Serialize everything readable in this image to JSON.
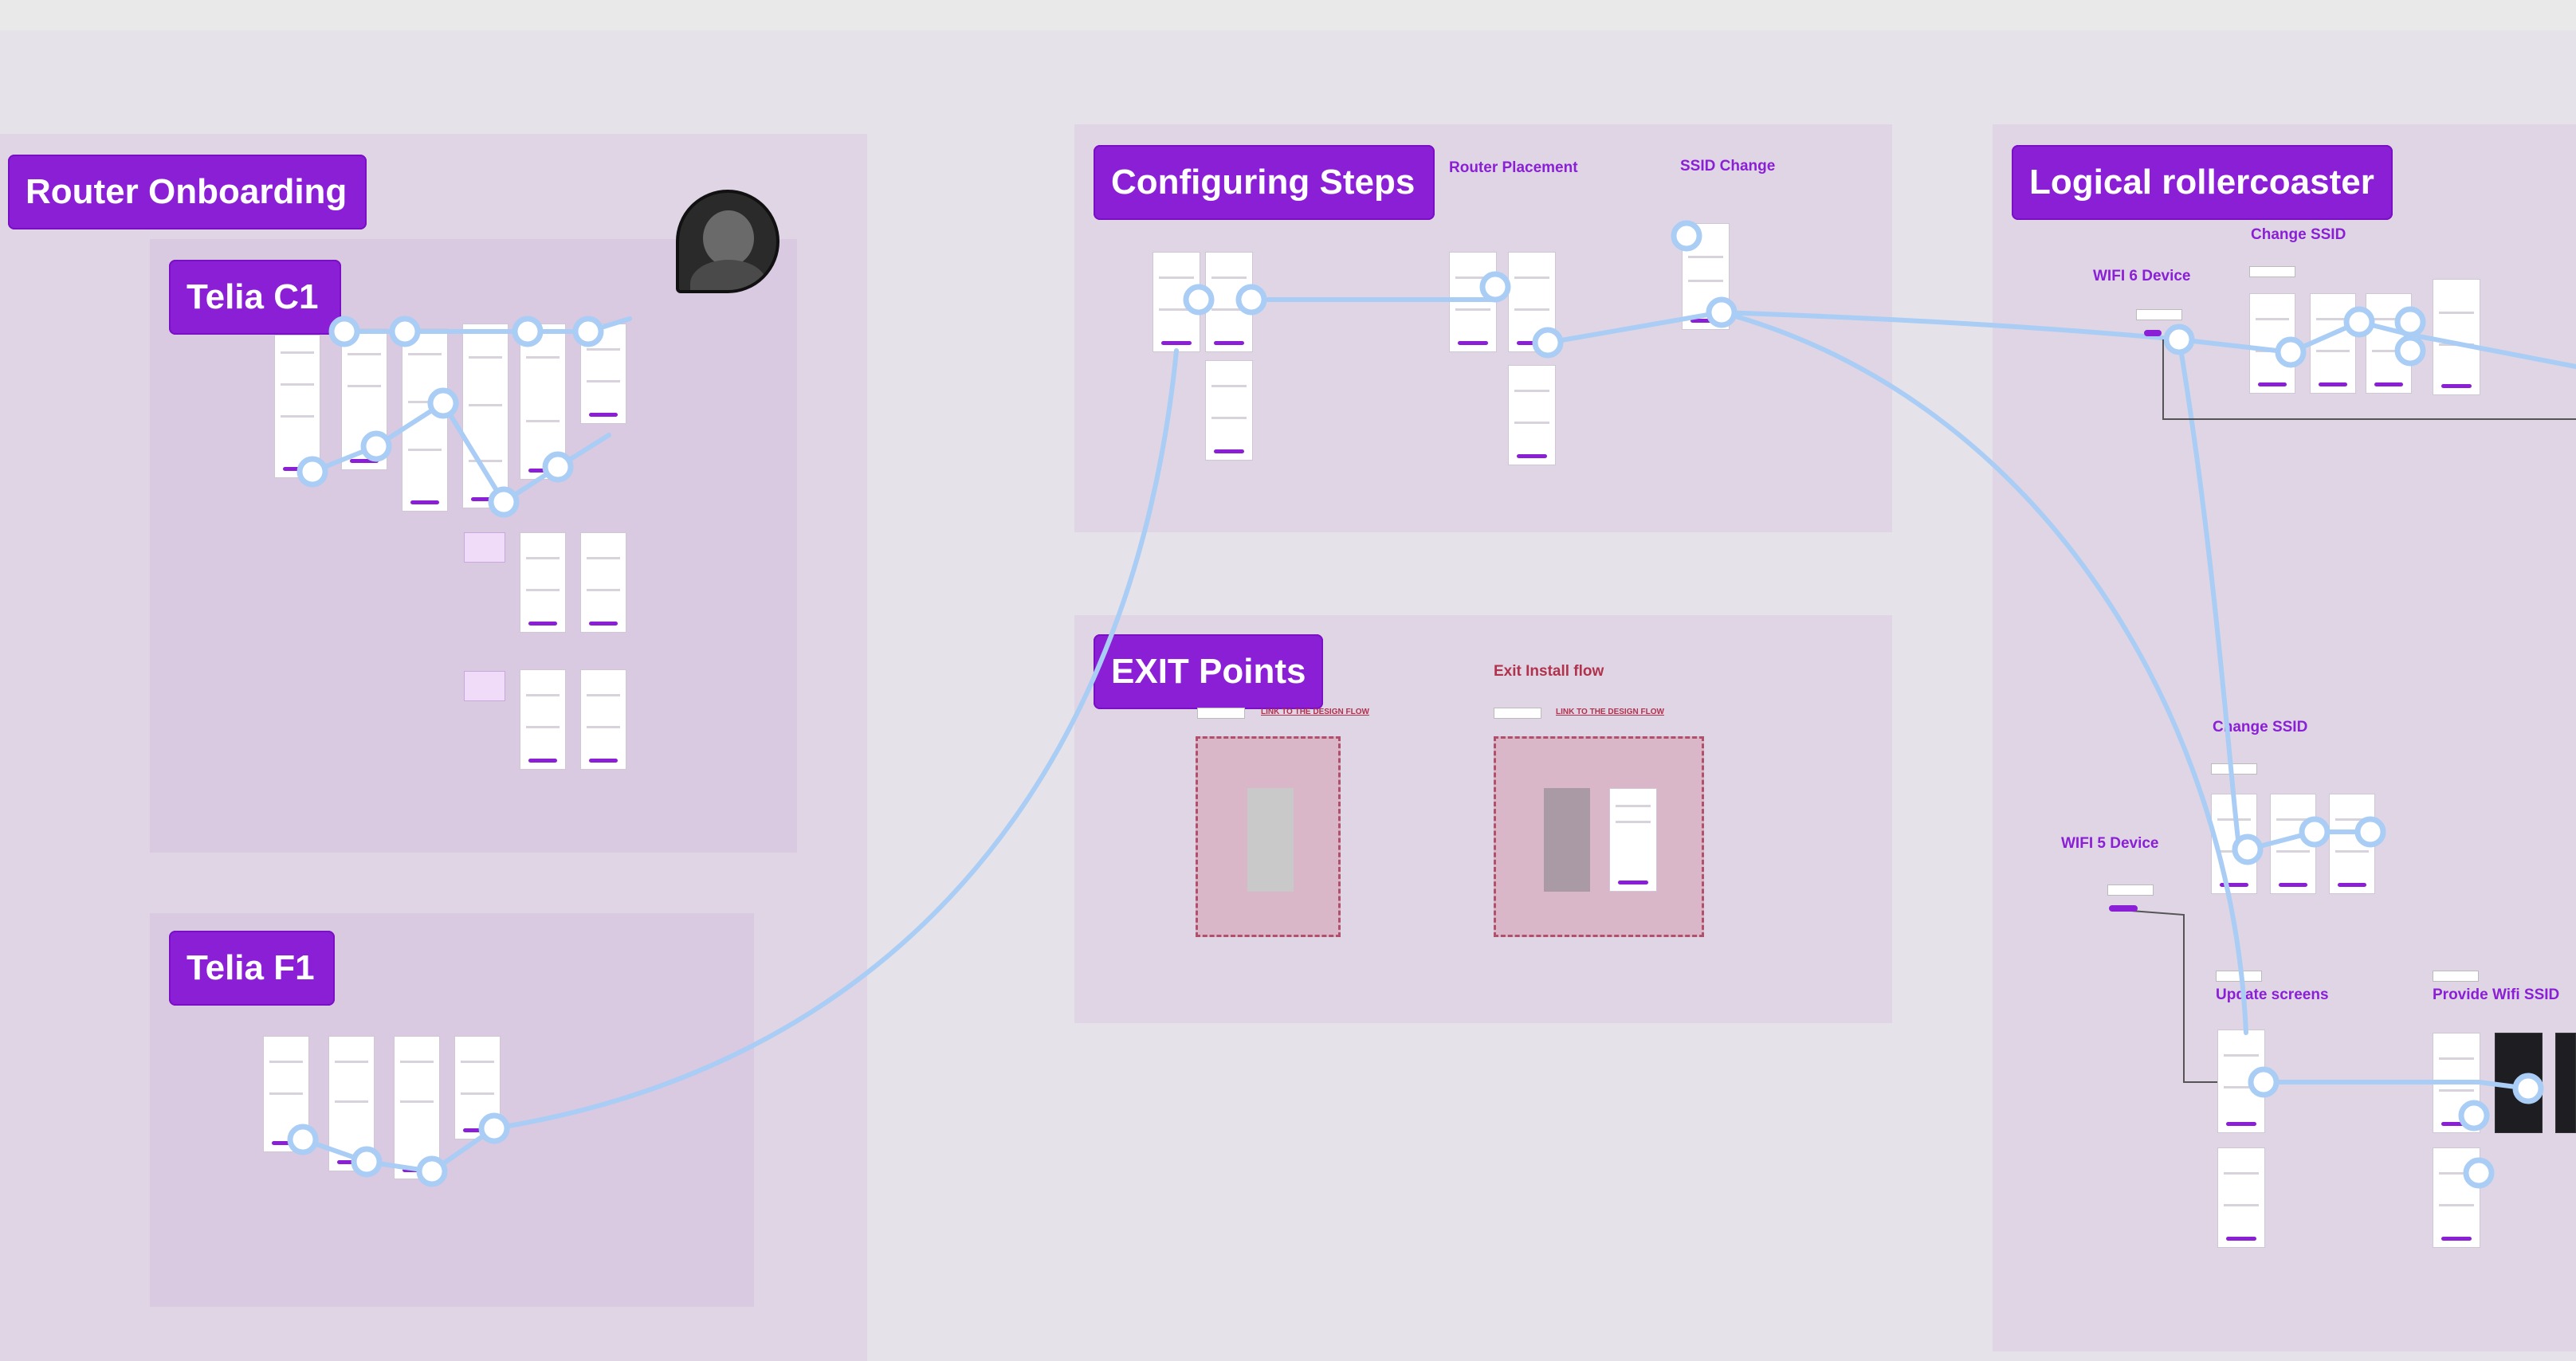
{
  "canvas": {
    "sections": {
      "router_onboarding": "Router Onboarding",
      "telia_c1": "Telia C1",
      "telia_f1": "Telia F1",
      "configuring_steps": "Configuring Steps",
      "exit_points": "EXIT Points",
      "logical_rollercoaster": "Logical rollercoaster"
    },
    "labels": {
      "router_placement": "Router Placement",
      "ssid_change": "SSID Change",
      "exit_install_flow": "Exit Install flow",
      "link_to_design_flow_1": "LINK TO THE DESIGN FLOW",
      "link_to_design_flow_2": "LINK TO THE DESIGN FLOW",
      "wifi6_device": "WIFI 6 Device",
      "change_ssid_top": "Change SSID",
      "change_ssid_mid": "Change SSID",
      "wifi5_device": "WIFI 5 Device",
      "update_screens": "Update screens",
      "provide_wifi_ssid": "Provide Wifi SSID"
    },
    "colors": {
      "accent": "#8a1fd6",
      "connector": "#a9cdf5",
      "exit_red": "#b0324d",
      "section_bg": "#dfd5e4",
      "frame_bg": "#d9c9e1"
    },
    "icons": {
      "collaborator_avatar": "avatar-icon"
    }
  }
}
